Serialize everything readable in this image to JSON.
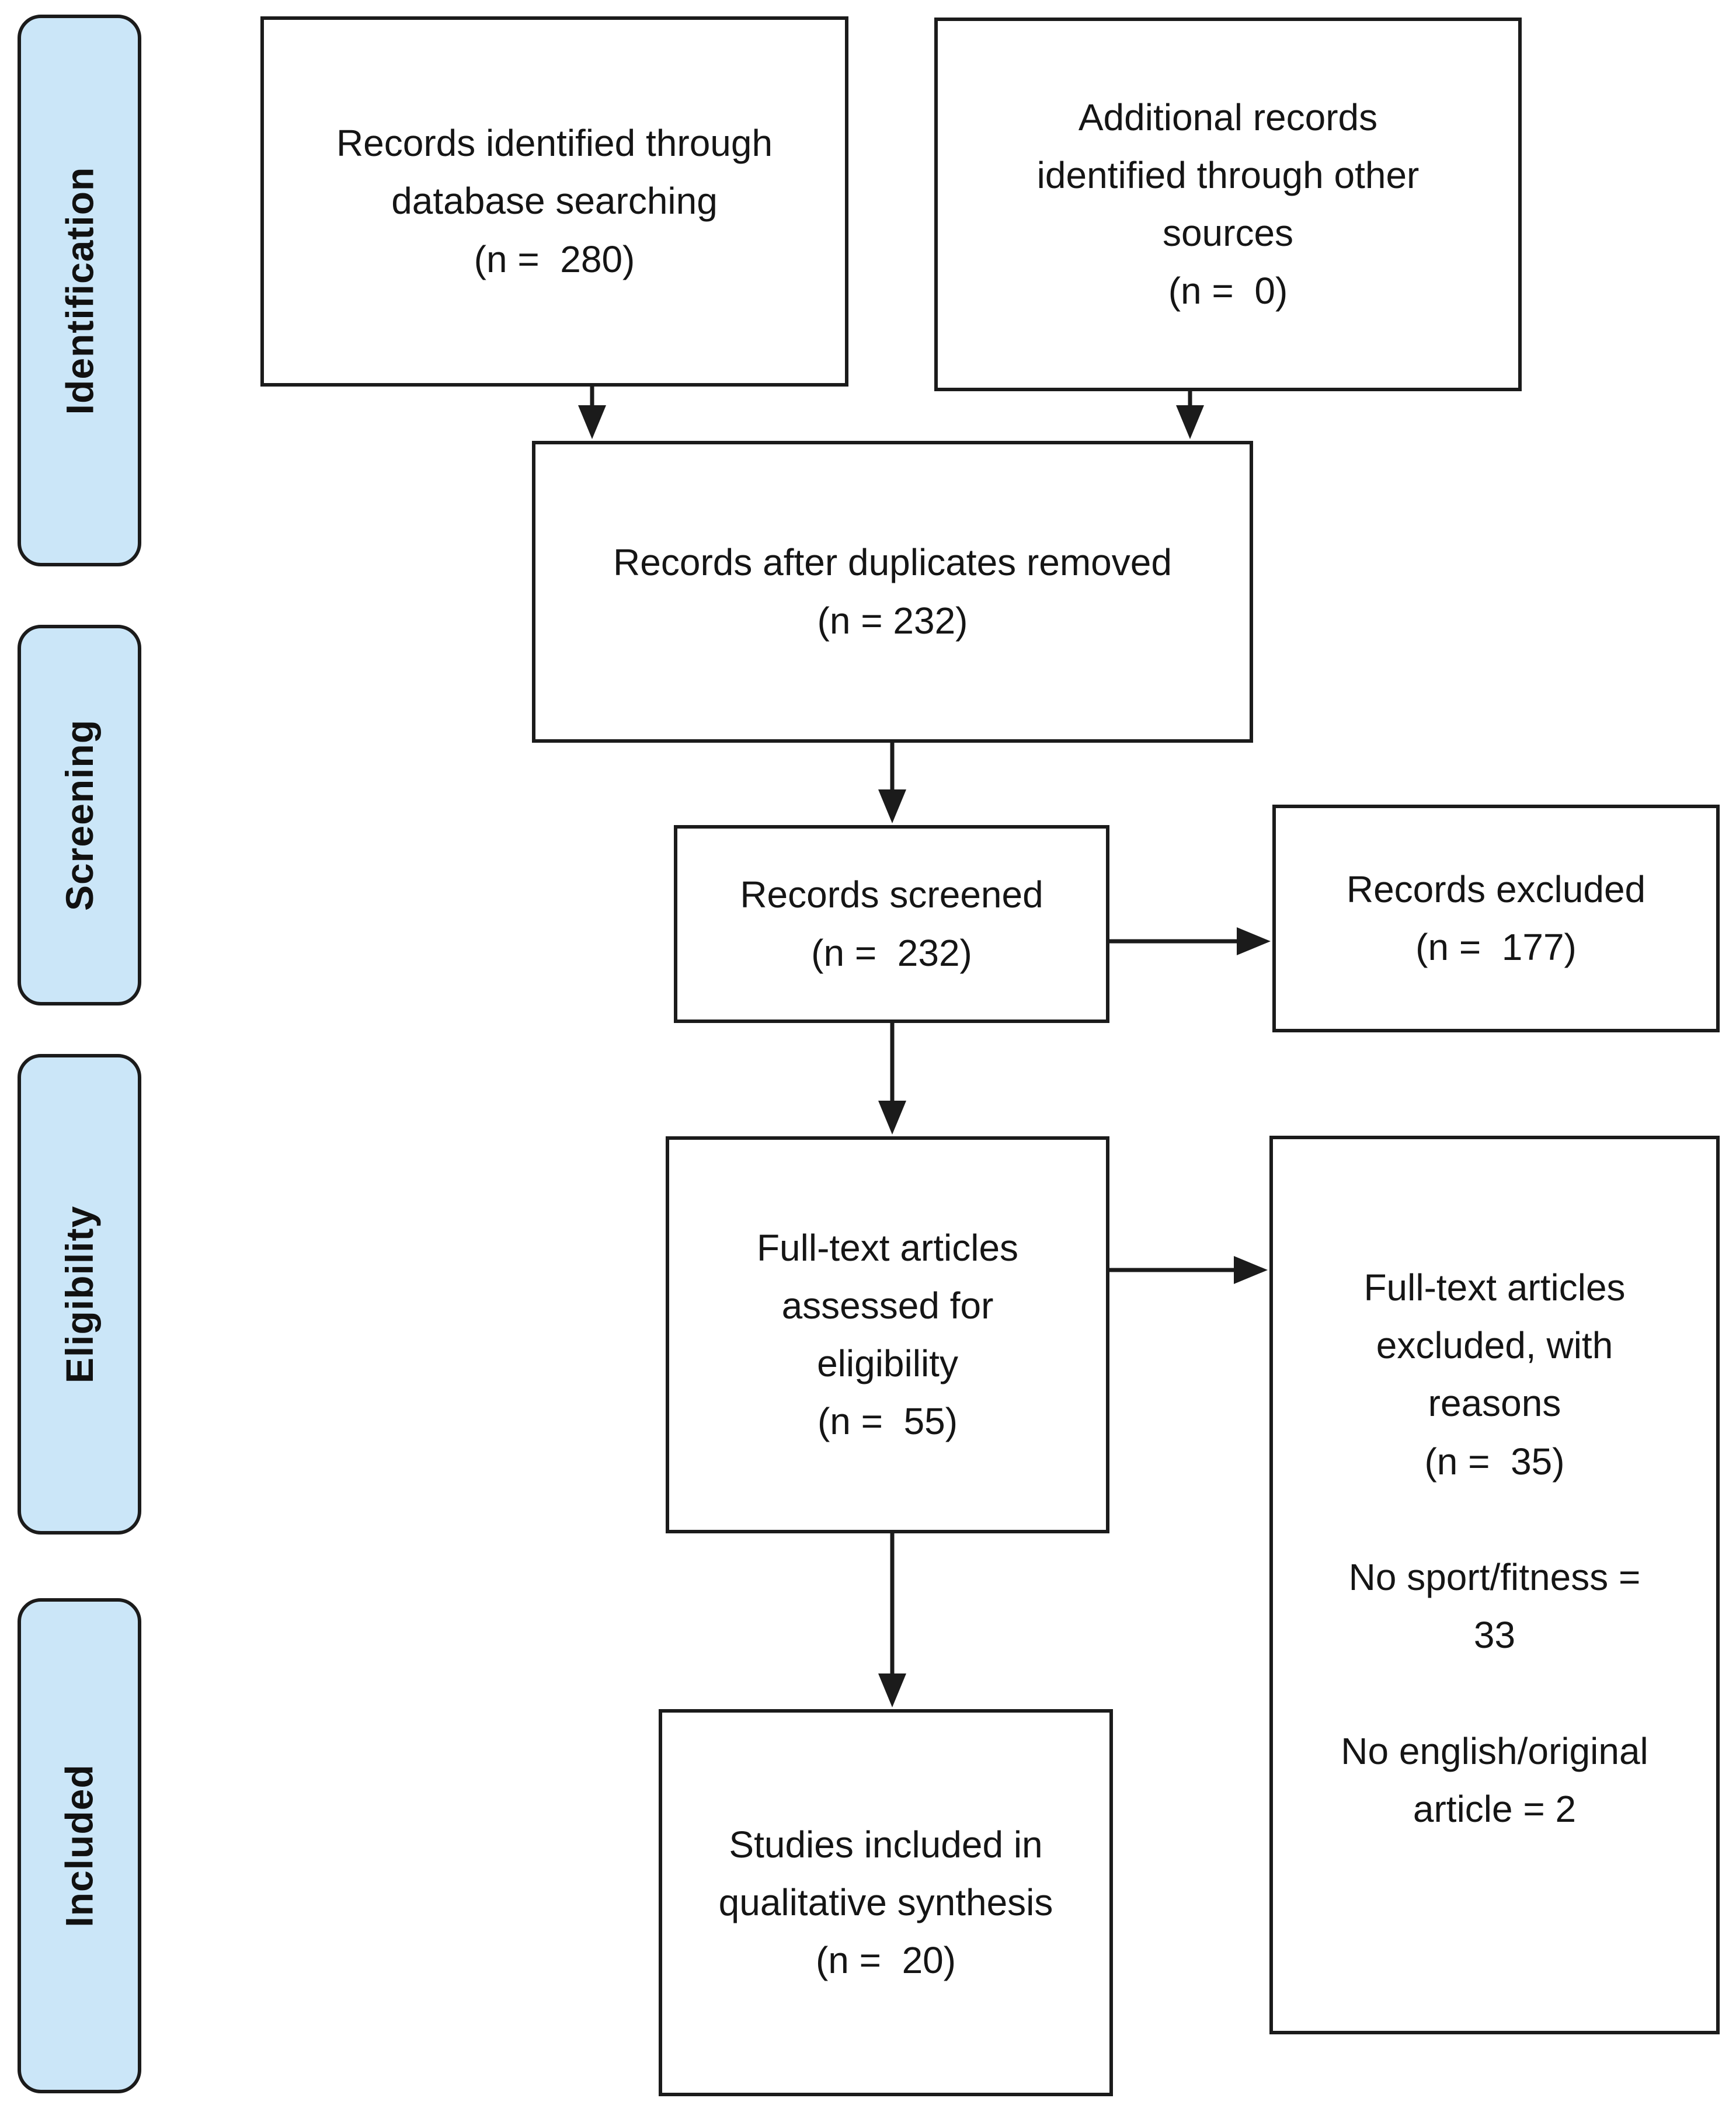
{
  "diagram": {
    "background_color": "#ffffff",
    "line_color": "#1b1b1b",
    "stage_fill_color": "#cbe6f8",
    "stages": [
      {
        "label": "Identification"
      },
      {
        "label": "Screening"
      },
      {
        "label": "Eligibility"
      },
      {
        "label": "Included"
      }
    ],
    "boxes": {
      "identified": "Records identified through\ndatabase searching\n(n =  280)",
      "additional": "Additional records\nidentified through other\nsources\n(n =  0)",
      "duplicates_removed": "Records after duplicates removed\n(n = 232)",
      "screened": "Records screened\n(n =  232)",
      "excluded": "Records excluded\n(n =  177)",
      "fulltext_assessed": "Full-text articles\nassessed for\neligibility\n(n =  55)",
      "fulltext_excluded": "Full-text articles\nexcluded, with\nreasons\n(n =  35)\n\nNo sport/fitness =\n33\n\nNo english/original\narticle = 2",
      "studies_included": "Studies included in\nqualitative synthesis\n(n =  20)"
    }
  }
}
